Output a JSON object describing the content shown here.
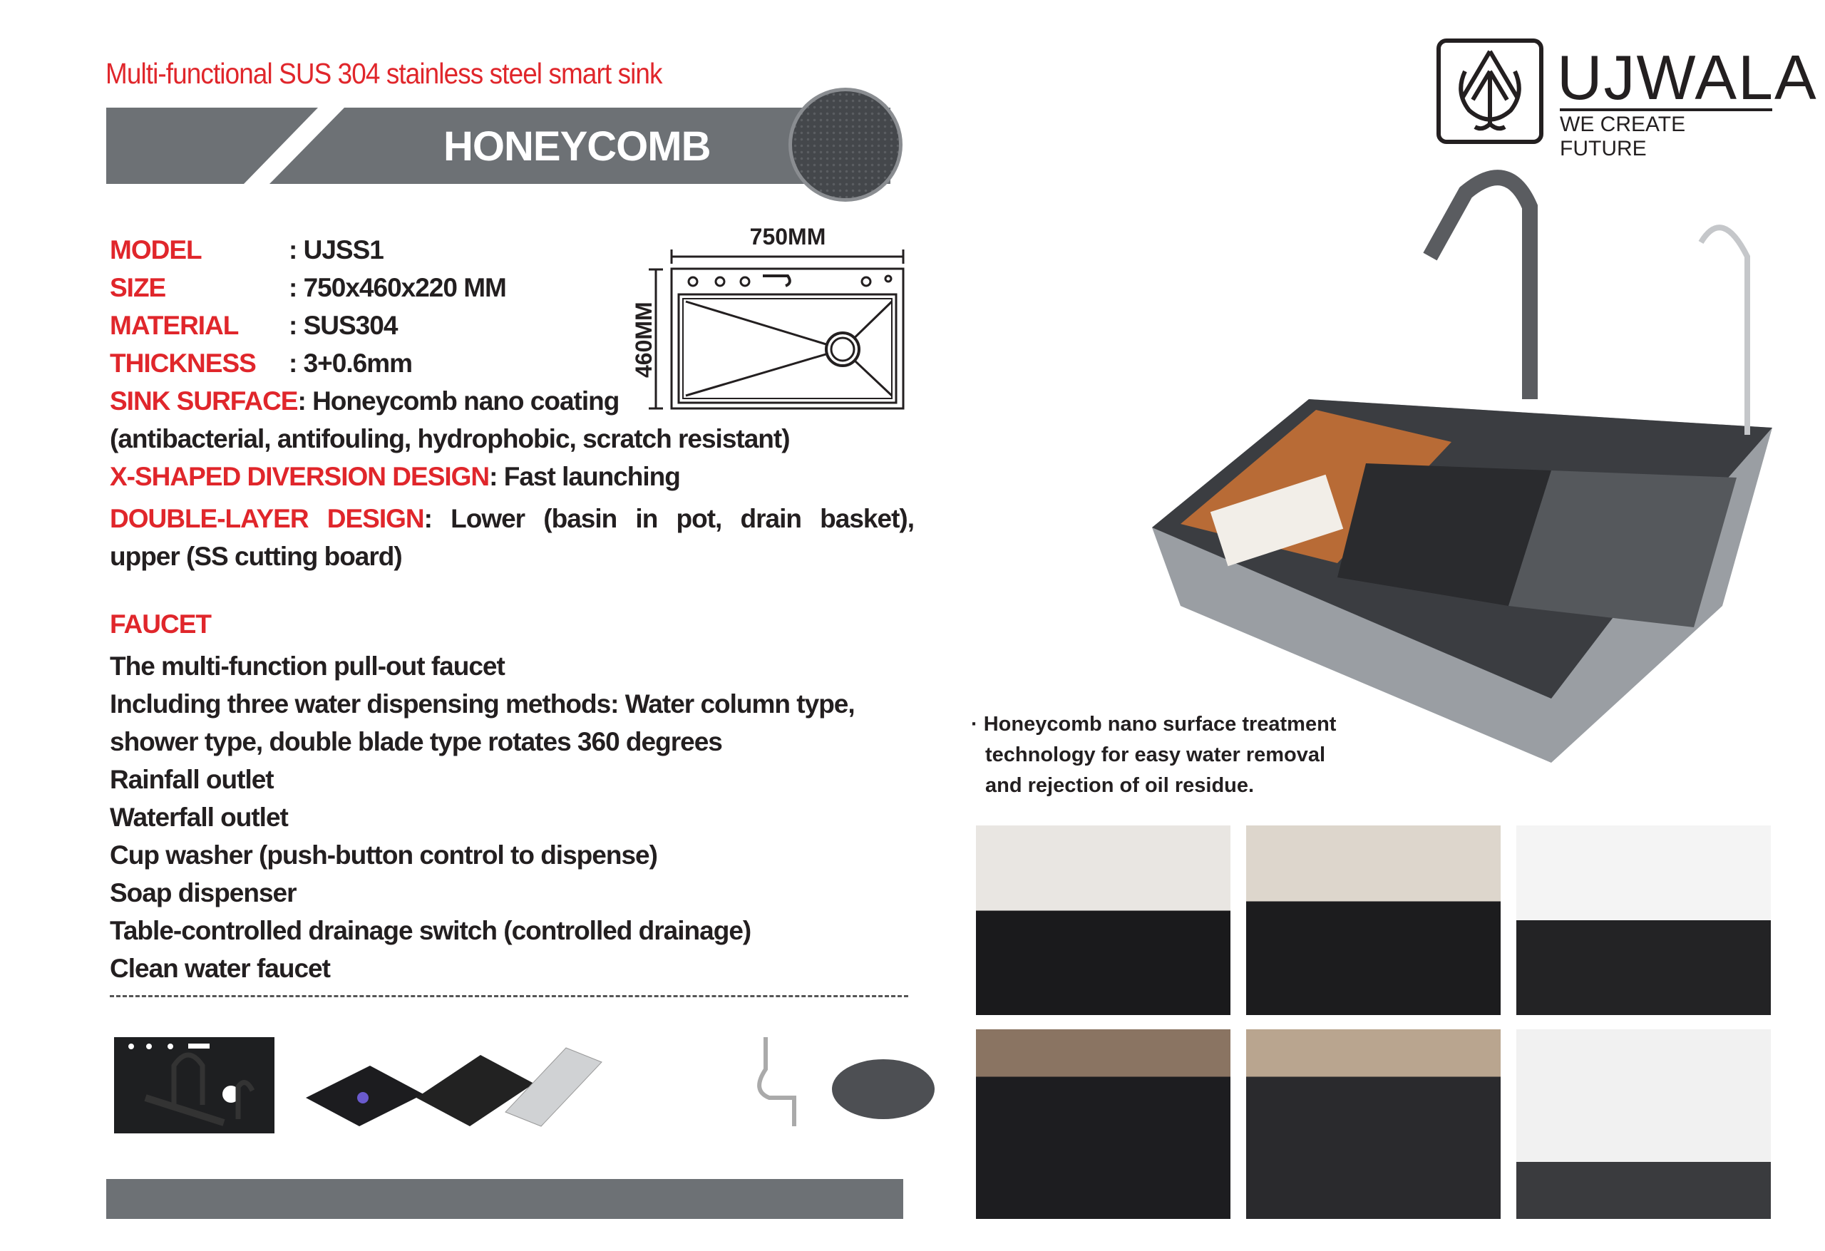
{
  "header": {
    "title": "Multi-functional SUS 304 stainless steel smart sink",
    "banner": "HONEYCOMB"
  },
  "brand": {
    "name": "UJWALA",
    "tagline": "WE CREATE FUTURE"
  },
  "specs": [
    {
      "label": "MODEL",
      "value": ": UJSS1"
    },
    {
      "label": "SIZE",
      "value": ": 750x460x220 MM"
    },
    {
      "label": "MATERIAL",
      "value": ": SUS304"
    },
    {
      "label": "THICKNESS",
      "value": ": 3+0.6mm"
    }
  ],
  "sink_surface": {
    "label": "SINK SURFACE",
    "value": ": Honeycomb nano coating",
    "detail": "(antibacterial, antifouling, hydrophobic, scratch resistant)"
  },
  "x_shaped": {
    "label": "X-SHAPED DIVERSION DESIGN",
    "value": ": Fast launching"
  },
  "double_layer": {
    "label": "DOUBLE-LAYER  DESIGN",
    "value": ":  Lower  (basin  in  pot,  drain  basket), upper (SS cutting board)"
  },
  "diagram": {
    "width_label": "750MM",
    "height_label": "460MM"
  },
  "faucet": {
    "heading": "FAUCET",
    "items": [
      "The multi-function pull-out faucet",
      "Including three water dispensing methods: Water column type, shower type, double blade type rotates 360 degrees",
      "Rainfall outlet",
      "Waterfall outlet",
      "Cup washer (push-button control to dispense)",
      "Soap dispenser",
      "Table-controlled drainage switch (controlled drainage)",
      "Clean water faucet"
    ]
  },
  "caption": {
    "bullet": "·",
    "lines": [
      "Honeycomb nano surface treatment",
      "technology for easy water removal",
      "and rejection of oil residue."
    ]
  },
  "colors": {
    "accent": "#e0262b",
    "banner": "#6d7175",
    "text": "#231f20"
  }
}
